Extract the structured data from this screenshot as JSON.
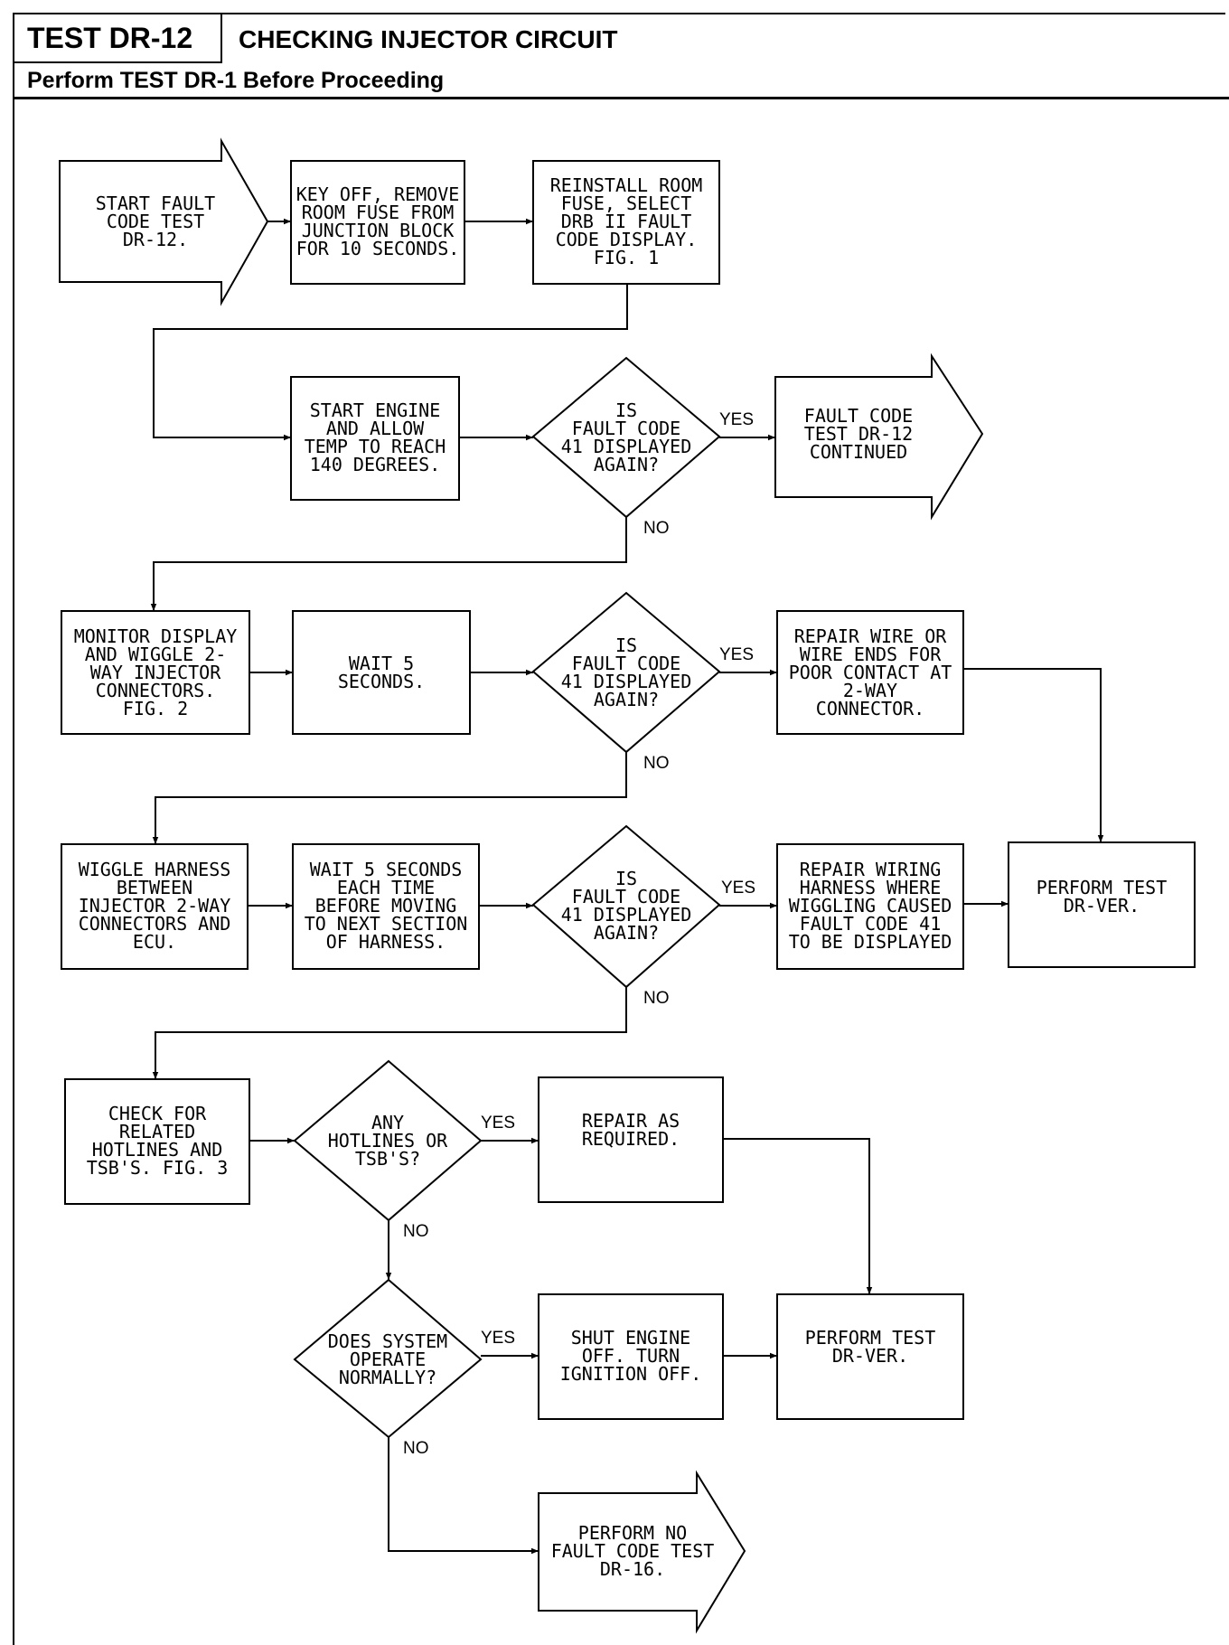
{
  "header": {
    "test_id": "TEST DR-12",
    "title": "CHECKING INJECTOR CIRCUIT",
    "subtitle": "Perform TEST DR-1 Before Proceeding"
  },
  "nodes": {
    "start": [
      "START FAULT",
      "CODE TEST",
      "DR-12."
    ],
    "key_off": [
      "KEY OFF, REMOVE",
      "ROOM FUSE FROM",
      "JUNCTION BLOCK",
      "FOR 10 SECONDS."
    ],
    "reinstall": [
      "REINSTALL ROOM",
      "FUSE, SELECT",
      "DRB II FAULT",
      "CODE DISPLAY.",
      "FIG. 1"
    ],
    "start_engine": [
      "START ENGINE",
      "AND ALLOW",
      "TEMP TO REACH",
      "140 DEGREES."
    ],
    "dec1": [
      "IS",
      "FAULT CODE",
      "41 DISPLAYED",
      "AGAIN?"
    ],
    "continued": [
      "FAULT CODE",
      "TEST DR-12",
      "CONTINUED"
    ],
    "monitor": [
      "MONITOR DISPLAY",
      "AND WIGGLE 2-",
      "WAY INJECTOR",
      "CONNECTORS.",
      "FIG. 2"
    ],
    "wait5": [
      "WAIT 5",
      "SECONDS."
    ],
    "dec2": [
      "IS",
      "FAULT CODE",
      "41 DISPLAYED",
      "AGAIN?"
    ],
    "repair_wire": [
      "REPAIR WIRE OR",
      "WIRE ENDS FOR",
      "POOR CONTACT AT",
      "2-WAY",
      "CONNECTOR."
    ],
    "wiggle_harness": [
      "WIGGLE HARNESS",
      "BETWEEN",
      "INJECTOR 2-WAY",
      "CONNECTORS AND",
      "ECU."
    ],
    "wait5_each": [
      "WAIT 5 SECONDS",
      "EACH TIME",
      "BEFORE MOVING",
      "TO NEXT SECTION",
      "OF HARNESS."
    ],
    "dec3": [
      "IS",
      "FAULT CODE",
      "41 DISPLAYED",
      "AGAIN?"
    ],
    "repair_wiring": [
      "REPAIR WIRING",
      "HARNESS WHERE",
      "WIGGLING CAUSED",
      "FAULT CODE 41",
      "TO BE DISPLAYED"
    ],
    "perform_ver_1": [
      "PERFORM TEST",
      "DR-VER."
    ],
    "check_hotlines": [
      "CHECK FOR",
      "RELATED",
      "HOTLINES AND",
      "TSB'S. FIG. 3"
    ],
    "dec4": [
      "ANY",
      "HOTLINES OR",
      "TSB'S?"
    ],
    "repair_required": [
      "REPAIR AS",
      "REQUIRED."
    ],
    "dec5": [
      "DOES SYSTEM",
      "OPERATE",
      "NORMALLY?"
    ],
    "shut_engine": [
      "SHUT ENGINE",
      "OFF. TURN",
      "IGNITION OFF."
    ],
    "perform_ver_2": [
      "PERFORM TEST",
      "DR-VER."
    ],
    "perform_dr16": [
      "PERFORM NO",
      "FAULT CODE TEST",
      "DR-16."
    ]
  },
  "labels": {
    "yes": "YES",
    "no": "NO"
  }
}
